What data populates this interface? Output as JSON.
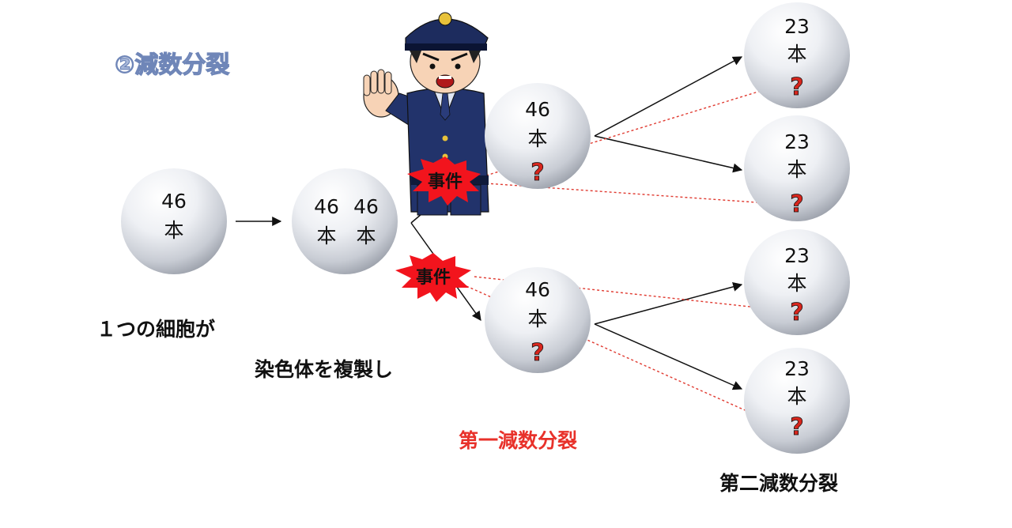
{
  "title": "②減数分裂",
  "cells": {
    "original": {
      "line1": "46",
      "line2": "本"
    },
    "duplicated_left": {
      "line1": "46",
      "line2": "本"
    },
    "duplicated_right": {
      "line1": "46",
      "line2": "本"
    },
    "first_upper": {
      "line1": "46",
      "line2": "本",
      "mark": "?"
    },
    "first_lower": {
      "line1": "46",
      "line2": "本",
      "mark": "?"
    },
    "second_1": {
      "line1": "23",
      "line2": "本",
      "mark": "?"
    },
    "second_2": {
      "line1": "23",
      "line2": "本",
      "mark": "?"
    },
    "second_3": {
      "line1": "23",
      "line2": "本",
      "mark": "?"
    },
    "second_4": {
      "line1": "23",
      "line2": "本",
      "mark": "?"
    }
  },
  "captions": {
    "one_cell": "１つの細胞が",
    "duplicate": "染色体を複製し",
    "first_division": "第一減数分裂",
    "second_division": "第二減数分裂"
  },
  "bursts": {
    "upper": "事件",
    "lower": "事件"
  },
  "police": {
    "icon": "police-officer-stop-icon"
  },
  "colors": {
    "title_fill": "#a9b9da",
    "first_division_text": "#e8312a",
    "question_mark": "#d8261d",
    "dashed_arrow": "#e03a30",
    "burst_fill": "#f2141d",
    "burst_text_bg": "#ffe500"
  }
}
